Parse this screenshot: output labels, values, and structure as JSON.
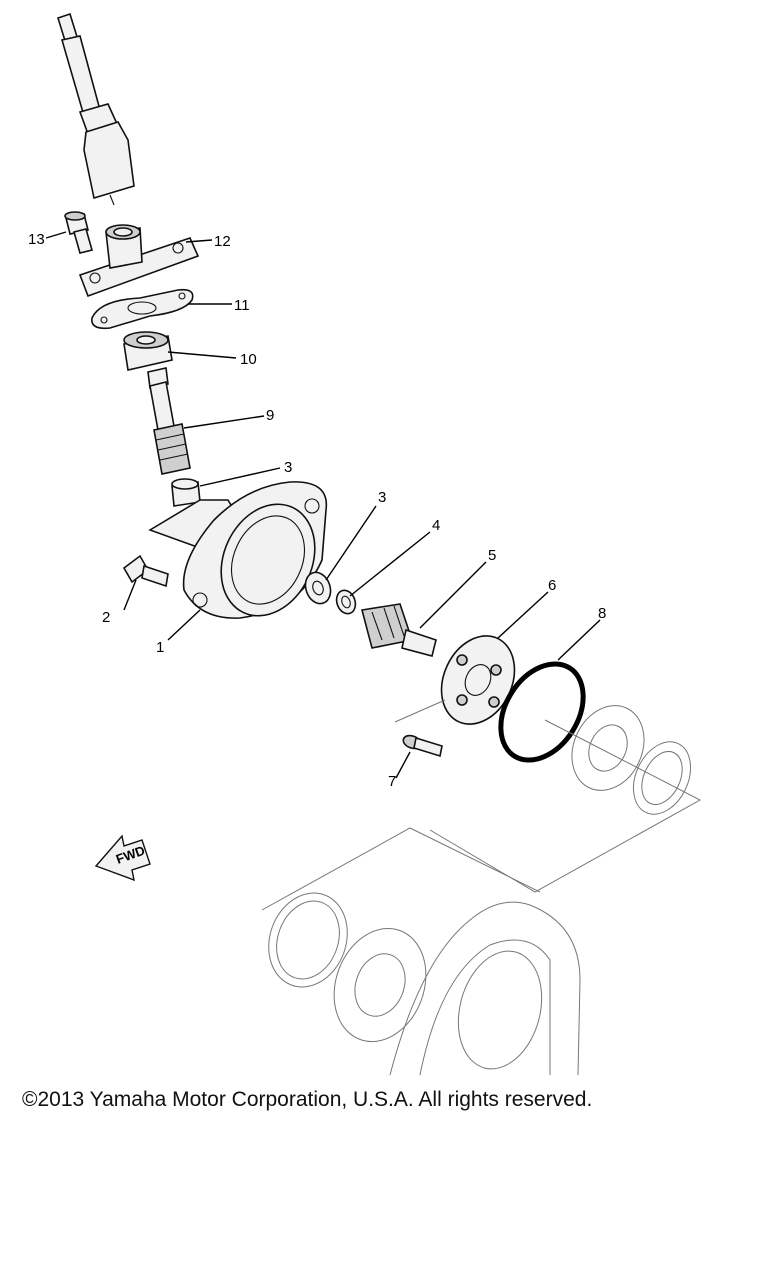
{
  "callouts": {
    "c1": "1",
    "c2": "2",
    "c3a": "3",
    "c3b": "3",
    "c4": "4",
    "c5": "5",
    "c6": "6",
    "c7": "7",
    "c8": "8",
    "c9": "9",
    "c10": "10",
    "c11": "11",
    "c12": "12",
    "c13": "13"
  },
  "fwd_label": "FWD",
  "copyright": "©2013 Yamaha Motor Corporation, U.S.A. All rights reserved."
}
